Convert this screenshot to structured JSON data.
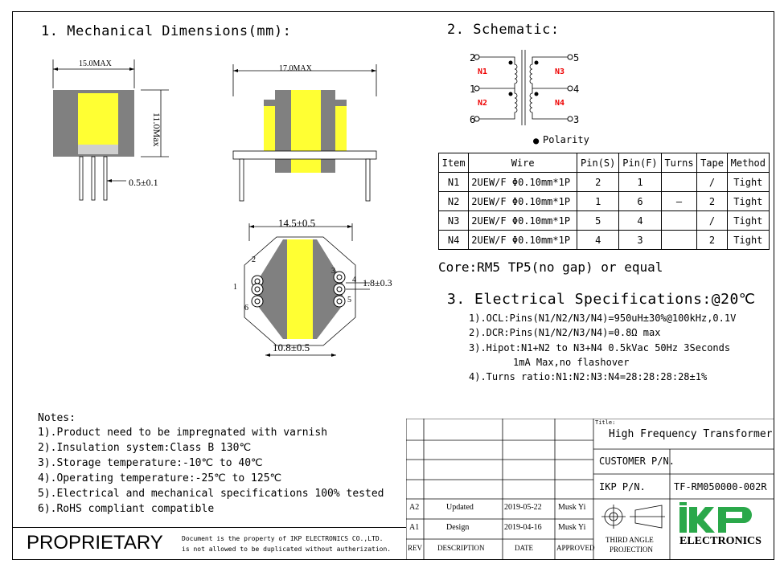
{
  "sections": {
    "mechanical_title": "1. Mechanical Dimensions(mm):",
    "schematic_title": "2. Schematic:",
    "electrical_title": "3. Electrical Specifications:@20℃"
  },
  "dimensions": {
    "width_a": "15.0MAX",
    "height": "11.0Max",
    "pin": "0.5±0.1",
    "width_b": "17.0MAX",
    "top": "14.5±0.5",
    "bottom": "10.8±0.5",
    "pin_offset": "1.8±0.3",
    "pins_left": [
      "2",
      "1",
      "6"
    ],
    "pins_right": [
      "3",
      "4",
      "5"
    ]
  },
  "schematic": {
    "pins_left": [
      "2",
      "1",
      "6"
    ],
    "pins_right": [
      "5",
      "4",
      "3"
    ],
    "windings": [
      "N1",
      "N2",
      "N3",
      "N4"
    ],
    "polarity": "Polarity"
  },
  "wire_table": {
    "headers": [
      "Item",
      "Wire",
      "Pin(S)",
      "Pin(F)",
      "Turns",
      "Tape",
      "Method"
    ],
    "rows": [
      [
        "N1",
        "2UEW/F Φ0.10mm*1P",
        "2",
        "1",
        "",
        "/",
        "Tight"
      ],
      [
        "N2",
        "2UEW/F Φ0.10mm*1P",
        "1",
        "6",
        "—",
        "2",
        "Tight"
      ],
      [
        "N3",
        "2UEW/F Φ0.10mm*1P",
        "5",
        "4",
        "",
        "/",
        "Tight"
      ],
      [
        "N4",
        "2UEW/F Φ0.10mm*1P",
        "4",
        "3",
        "",
        "2",
        "Tight"
      ]
    ]
  },
  "core": "Core:RM5 TP5(no gap) or equal",
  "electrical": [
    "1).OCL:Pins(N1/N2/N3/N4)=950uH±30%@100kHz,0.1V",
    "2).DCR:Pins(N1/N2/N3/N4)=0.8Ω max",
    "3).Hipot:N1+N2 to N3+N4 0.5kVac 50Hz 3Seconds",
    "1mA Max,no flashover",
    "4).Turns ratio:N1:N2:N3:N4=28:28:28:28±1%"
  ],
  "notes": {
    "title": "Notes:",
    "items": [
      "1).Product need to be impregnated with varnish",
      "2).Insulation system:Class B 130℃",
      "3).Storage temperature:-10℃ to 40℃",
      "4).Operating temperature:-25℃ to 125℃",
      "5).Electrical and mechanical specifications 100% tested",
      "6).RoHS compliant compatible"
    ]
  },
  "footer": {
    "proprietary": "PROPRIETARY",
    "disclaimer_1": "Document is the property of IKP ELECTRONICS CO.,LTD.",
    "disclaimer_2": "is not allowed to be duplicated without autherization."
  },
  "title_block": {
    "title_label": "Title:",
    "title": "High Frequency Transformer",
    "customer_pn_label": "CUSTOMER P/N.",
    "customer_pn": "",
    "ikp_pn_label": "IKP P/N.",
    "ikp_pn": "TF-RM050000-002R",
    "revisions": [
      {
        "rev": "A2",
        "desc": "Updated",
        "date": "2019-05-22",
        "approved": "Musk Yi"
      },
      {
        "rev": "A1",
        "desc": "Design",
        "date": "2019-04-16",
        "approved": "Musk Yi"
      }
    ],
    "col_headers": {
      "rev": "REV",
      "desc": "DESCRIPTION",
      "date": "DATE",
      "approved": "APPROVED"
    },
    "projection_1": "THIRD ANGLE",
    "projection_2": "PROJECTION",
    "logo_text": "IKP",
    "logo_sub": "ELECTRONICS"
  },
  "colors": {
    "yellow": "#ffff33",
    "gray": "#808080",
    "red": "#e00000",
    "green": "#2aa84a"
  }
}
